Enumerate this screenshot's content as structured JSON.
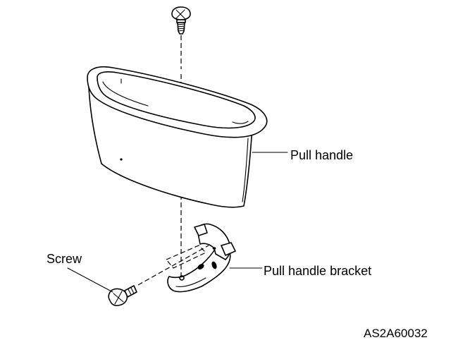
{
  "labels": {
    "pull_handle": "Pull handle",
    "pull_handle_bracket": "Pull handle bracket",
    "screw": "Screw"
  },
  "figure_code": "AS2A60032"
}
